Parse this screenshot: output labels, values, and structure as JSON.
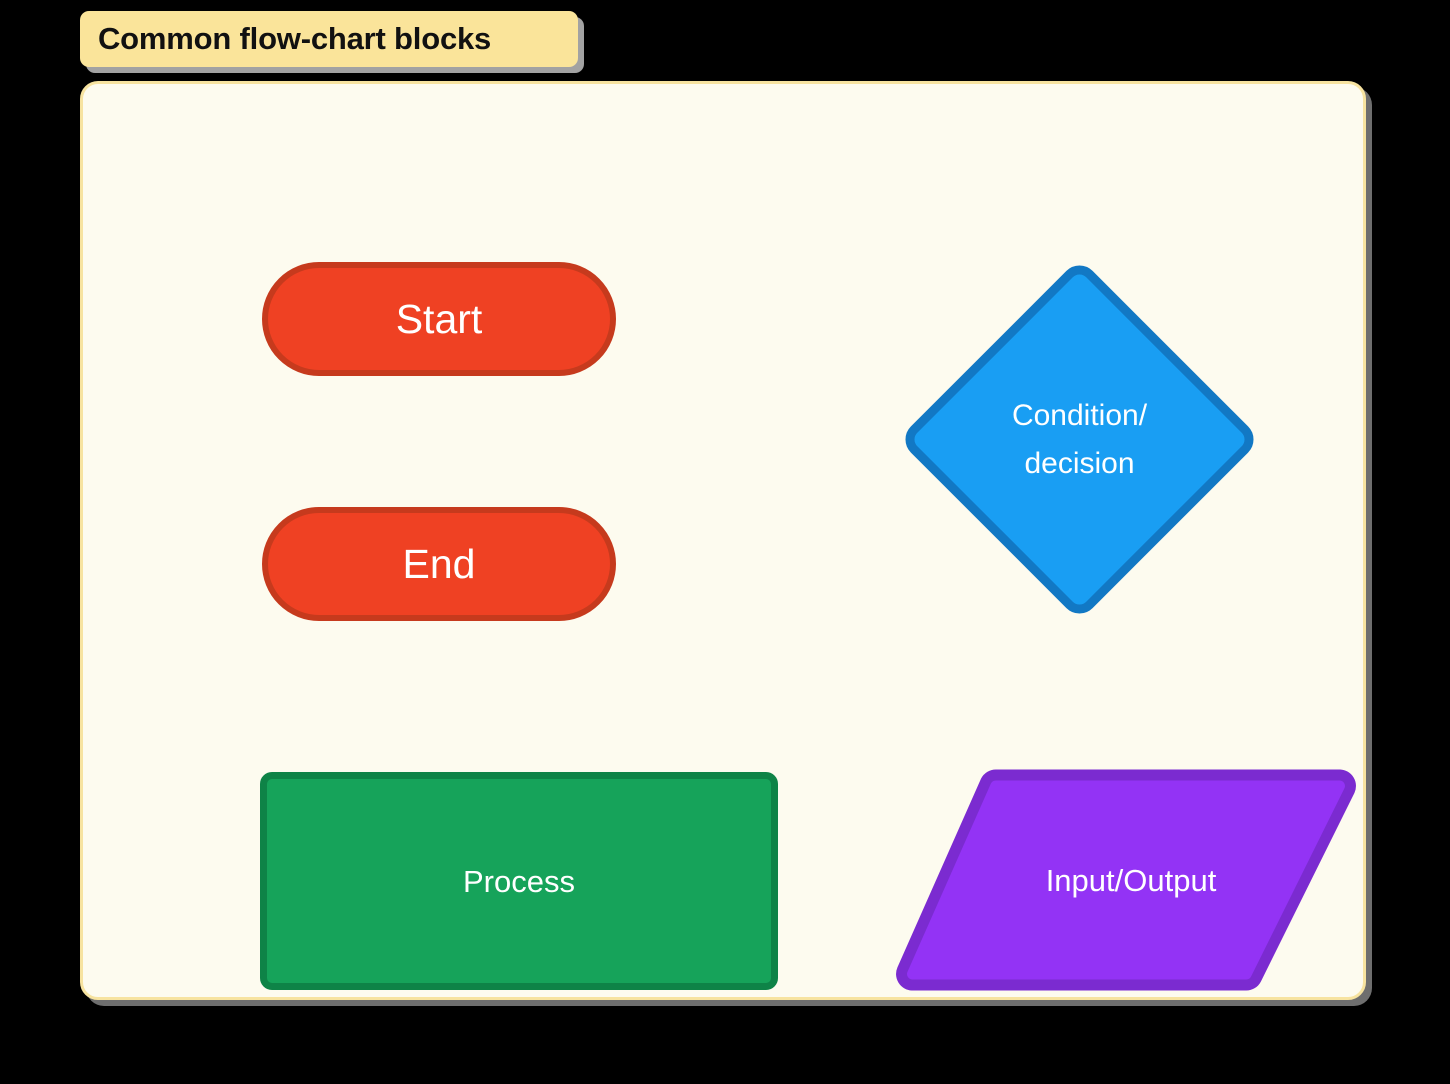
{
  "title": {
    "text": "Common flow-chart blocks",
    "background": "#FAE49A",
    "text_color": "#111111"
  },
  "panel": {
    "background": "#FDFBEF",
    "border_color": "#F7E3A0"
  },
  "page_background": "#000000",
  "chart_data": {
    "type": "diagram",
    "title": "Common flow-chart blocks",
    "diagram_kind": "flowchart-legend",
    "nodes": [
      {
        "id": "start",
        "label": "Start",
        "shape": "terminator",
        "fill": "#EF4123",
        "stroke": "#C63A1D",
        "text_color": "#FFFFFF",
        "column": "left",
        "row": 1
      },
      {
        "id": "end",
        "label": "End",
        "shape": "terminator",
        "fill": "#EF4123",
        "stroke": "#C63A1D",
        "text_color": "#FFFFFF",
        "column": "left",
        "row": 2
      },
      {
        "id": "decision",
        "label": "Condition/\ndecision",
        "label_line1": "Condition/",
        "label_line2": "decision",
        "shape": "diamond",
        "fill": "#199EF3",
        "stroke": "#1278C4",
        "text_color": "#FFFFFF",
        "column": "right",
        "row": 1
      },
      {
        "id": "process",
        "label": "Process",
        "shape": "rectangle",
        "fill": "#16A35A",
        "stroke": "#0E8347",
        "text_color": "#FFFFFF",
        "column": "left",
        "row": 3
      },
      {
        "id": "io",
        "label": "Input/Output",
        "shape": "parallelogram",
        "fill": "#9333F5",
        "stroke": "#7B2BD0",
        "text_color": "#FFFFFF",
        "column": "right",
        "row": 3
      }
    ],
    "edges": [],
    "legend": "none",
    "annotations": []
  },
  "shapes": {
    "start": {
      "label": "Start"
    },
    "end": {
      "label": "End"
    },
    "decision": {
      "line1": "Condition/",
      "line2": "decision"
    },
    "process": {
      "label": "Process"
    },
    "io": {
      "label": "Input/Output"
    }
  }
}
